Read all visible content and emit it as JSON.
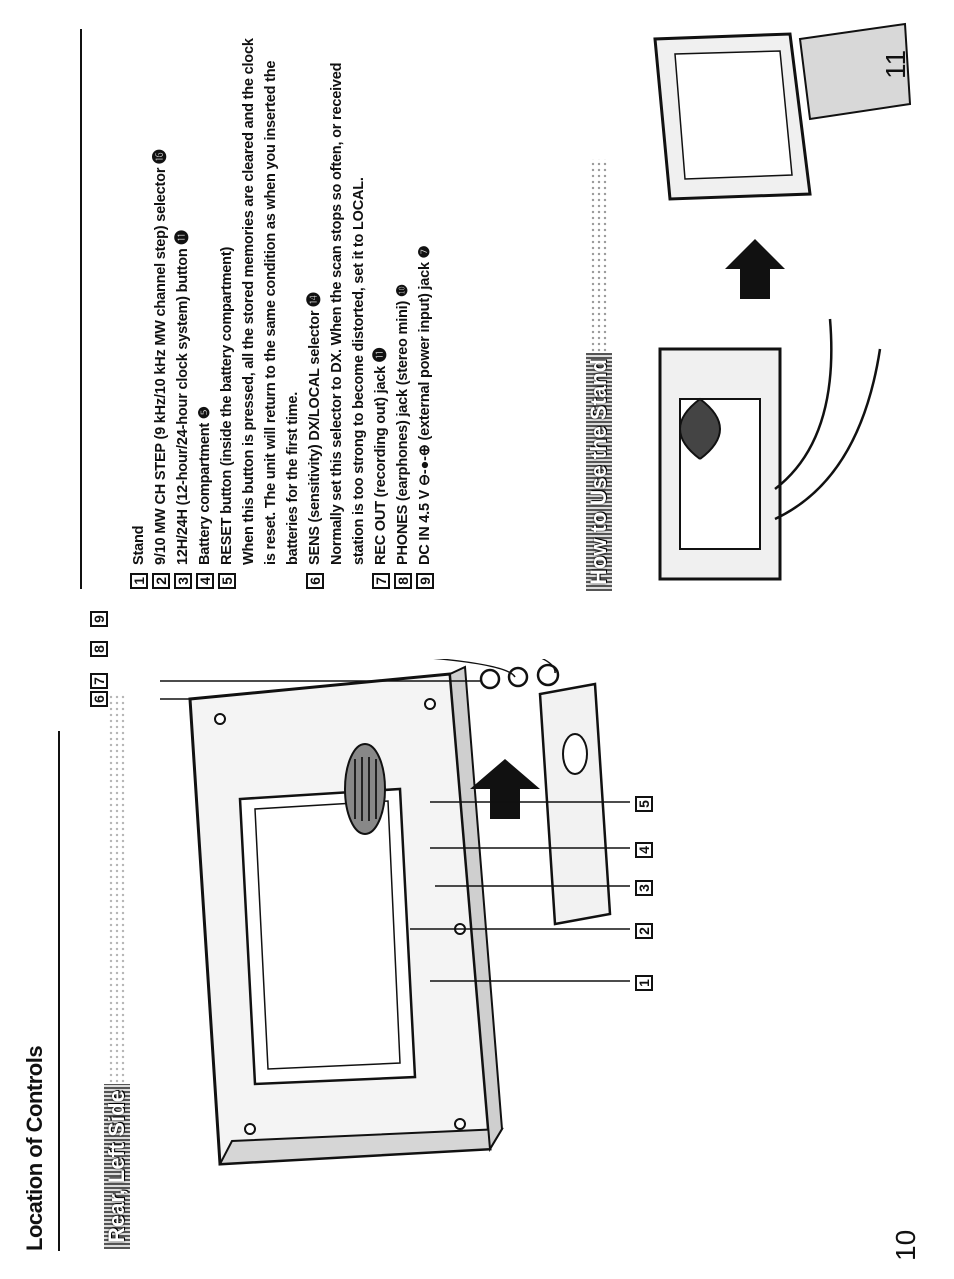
{
  "left_page": {
    "title": "Location of Controls",
    "section_heading": "Rear, Left Side",
    "page_number": "10",
    "callouts": [
      "1",
      "2",
      "3",
      "4",
      "5",
      "6",
      "7",
      "8",
      "9"
    ]
  },
  "right_page": {
    "page_number": "11",
    "section_heading": "How to Use the Stand",
    "items": [
      {
        "num": "1",
        "text": "Stand",
        "note": ""
      },
      {
        "num": "2",
        "text": "9/10 MW CH STEP (9 kHz/10 kHz MW channel step) selector ⓰",
        "note": ""
      },
      {
        "num": "3",
        "text": "12H/24H (12-hour/24-hour clock system) button ⓫",
        "note": ""
      },
      {
        "num": "4",
        "text": "Battery compartment ❺",
        "note": ""
      },
      {
        "num": "5",
        "text": "RESET button (inside the battery compartment)",
        "note": "When this button is pressed, all the stored memories are cleared and the clock is reset. The unit will return to the same condition as when you inserted the batteries for the first time."
      },
      {
        "num": "6",
        "text": "SENS (sensitivity) DX/LOCAL selector ⓮",
        "note": "Normally set this selector to DX.  When the scan stops so often, or received station is too strong to become distorted, set it to LOCAL."
      },
      {
        "num": "7",
        "text": "REC OUT (recording out) jack ⓫",
        "note": ""
      },
      {
        "num": "8",
        "text": "PHONES (earphones) jack (stereo mini) ❿",
        "note": ""
      },
      {
        "num": "9",
        "text": "DC IN 4.5 V ⊖-●-⊕ (external power input) jack ❼",
        "note": ""
      }
    ]
  }
}
